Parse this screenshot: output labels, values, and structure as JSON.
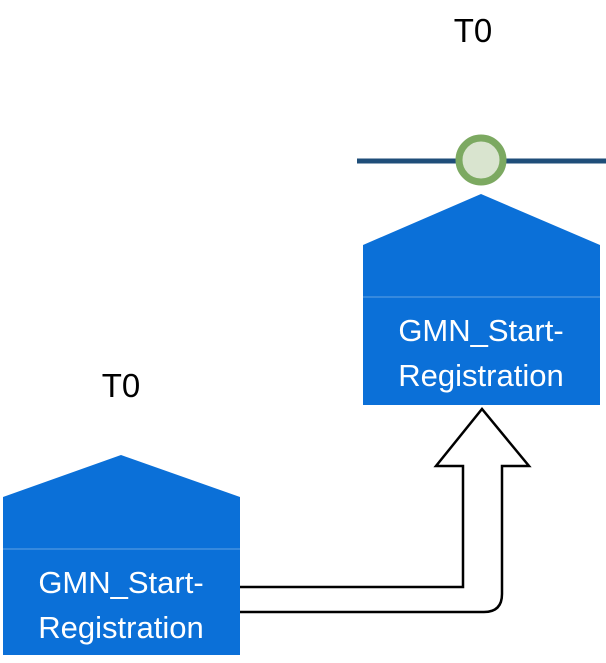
{
  "diagram": {
    "type": "process-timeline-diagram",
    "nodes": {
      "left": {
        "time_label": "T0",
        "label_line1": "GMN_Start-",
        "label_line2": "Registration"
      },
      "right": {
        "time_label": "T0",
        "label_line1": "GMN_Start-",
        "label_line2": "Registration"
      }
    },
    "connector": {
      "from": "left-node",
      "to": "right-node",
      "style": "hollow-block-arrow"
    },
    "colors": {
      "node_fill": "#0B70D8",
      "node_text": "#FFFFFF",
      "timeline": "#1F4E79",
      "event_circle_stroke": "#7CA961",
      "event_circle_fill": "#D9E4CF",
      "arrow_fill": "#FFFFFF",
      "arrow_stroke": "#000000",
      "time_label_color": "#000000",
      "background": "#FFFFFF"
    }
  }
}
